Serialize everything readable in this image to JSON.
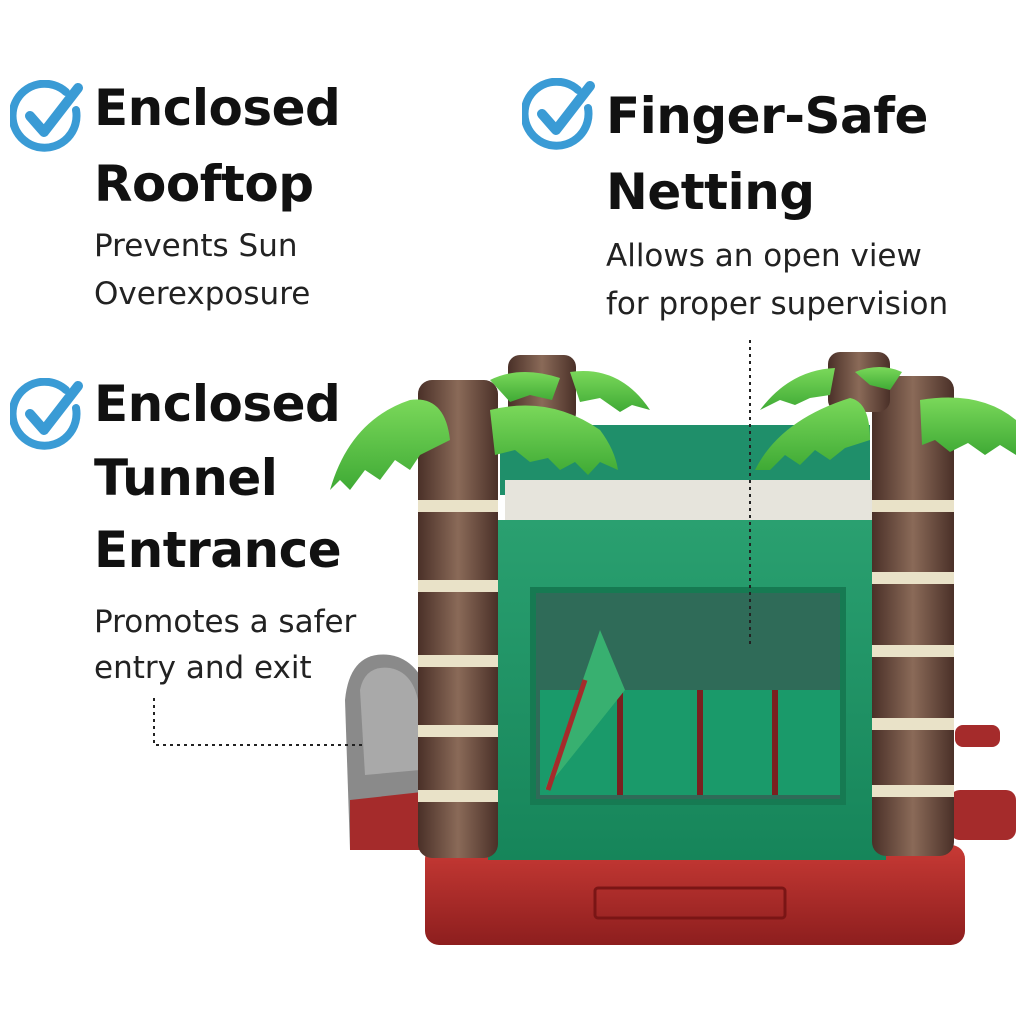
{
  "features": [
    {
      "title_line1": "Enclosed",
      "title_line2": "Rooftop",
      "title_line3": "",
      "desc_line1": "Prevents Sun",
      "desc_line2": "Overexposure"
    },
    {
      "title_line1": "Finger-Safe",
      "title_line2": "Netting",
      "title_line3": "",
      "desc_line1": "Allows an open view",
      "desc_line2": "for proper supervision"
    },
    {
      "title_line1": "Enclosed",
      "title_line2": "Tunnel",
      "title_line3": "Entrance",
      "desc_line1": "Promotes a safer",
      "desc_line2": "entry and exit"
    }
  ],
  "colors": {
    "check": "#3a9bd5",
    "title": "#111111",
    "leaf": "#5cc943",
    "trunk": "#6b4a3a",
    "netting": "#1f9a6a",
    "base": "#b32a2a"
  },
  "icons": [
    "checkmark-circle-icon",
    "checkmark-circle-icon",
    "checkmark-circle-icon"
  ]
}
